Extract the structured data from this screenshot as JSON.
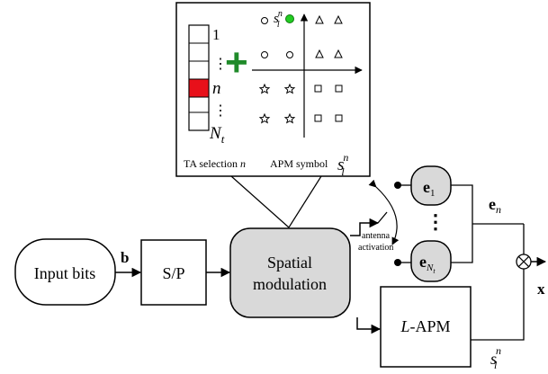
{
  "blocks": {
    "input_bits": "Input bits",
    "sp": "S/P",
    "spatial_modulation_line1": "Spatial",
    "spatial_modulation_line2": "modulation",
    "lapm_italic": "L",
    "lapm_rest": "-APM"
  },
  "signals": {
    "b": "b",
    "x": "x",
    "e_n_base": "e",
    "e_n_sub": "n",
    "s_base": "s",
    "s_sup": "n",
    "s_sub": "l"
  },
  "antenna": {
    "label_line1": "antenna",
    "label_line2": "activation",
    "e1_base": "e",
    "e1_sub": "1",
    "eN_base": "e",
    "eN_sub": "N",
    "eN_subsub": "t",
    "dots": "⋮"
  },
  "inset": {
    "index_first": "1",
    "index_n": "n",
    "index_last_base": "N",
    "index_last_sub": "t",
    "vertical_dots": "⋮",
    "plus": "+",
    "ta_caption": "TA selection",
    "ta_caption_var": "n",
    "apm_caption": "APM symbol",
    "apm_sym_base": "s",
    "apm_sym_sup": "n",
    "apm_sym_sub": "l",
    "constellation_sym_base": "s",
    "constellation_sym_sup": "n",
    "constellation_sym_sub": "l",
    "highlight_color": "#e8101a",
    "plus_color": "#1f8a2a",
    "selected_point_color": "#22cc22"
  },
  "colors": {
    "shaded_block": "#d9d9d9",
    "stroke": "#000000"
  }
}
